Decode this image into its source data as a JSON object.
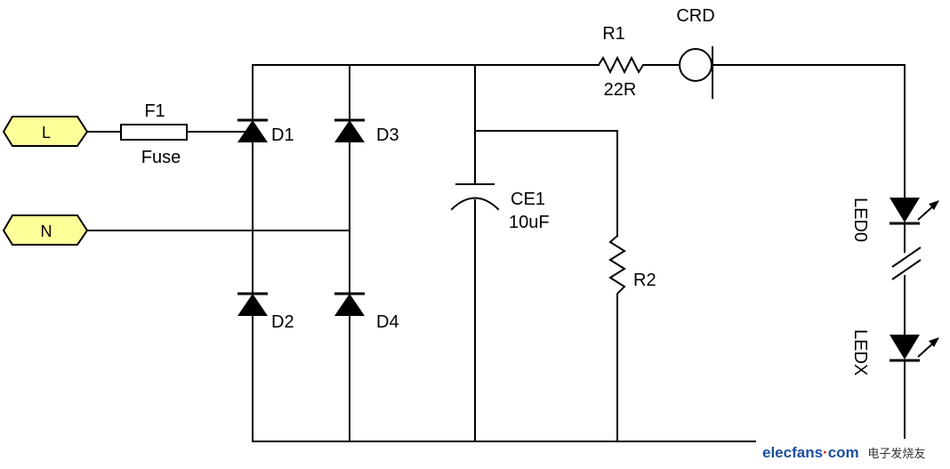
{
  "terminals": {
    "line": "L",
    "neutral": "N"
  },
  "fuse": {
    "ref": "F1",
    "value": "Fuse"
  },
  "diodes": {
    "d1": "D1",
    "d2": "D2",
    "d3": "D3",
    "d4": "D4"
  },
  "capacitor": {
    "ref": "CE1",
    "value": "10uF"
  },
  "resistor_r1": {
    "ref": "R1",
    "value": "22R"
  },
  "resistor_r2": {
    "ref": "R2"
  },
  "crd": {
    "ref": "CRD"
  },
  "leds": {
    "first": "LED0",
    "last": "LEDX"
  },
  "watermark": {
    "site": "elecfans",
    "domain": "com",
    "separator": "·",
    "chinese": "电子发烧友"
  },
  "colors": {
    "wire": "#000000",
    "terminal_fill": "#ffff99",
    "watermark_brand": "#1a4fa0",
    "watermark_accent": "#d81e06"
  }
}
